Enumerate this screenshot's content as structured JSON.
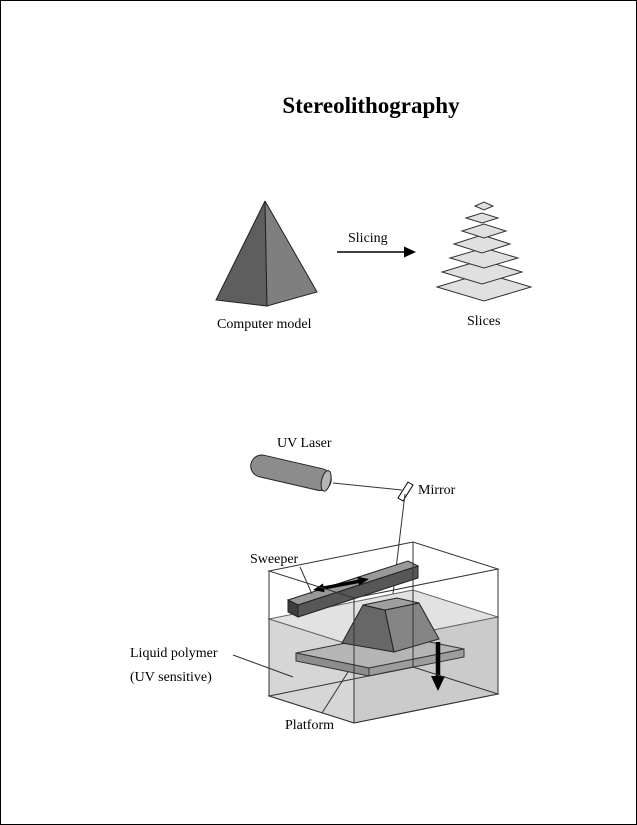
{
  "title": "Stereolithography",
  "diagram": {
    "top": {
      "slicing": "Slicing",
      "computer_model": "Computer model",
      "slices": "Slices"
    },
    "bottom": {
      "uv_laser": "UV Laser",
      "mirror": "Mirror",
      "sweeper": "Sweeper",
      "liquid_polymer_line1": "Liquid polymer",
      "liquid_polymer_line2": "(UV sensitive)",
      "platform": "Platform"
    },
    "colors": {
      "pyramid_left": "#5e5e5e",
      "pyramid_right": "#7f7f7f",
      "slice_fill": "#e0e0e0",
      "laser_body": "#8c8c8c",
      "laser_cap": "#b5b5b5",
      "mirror_fill": "#ffffff",
      "liquid_surface": "#e2e2e2",
      "liquid_left": "#d6d6d6",
      "liquid_right": "#cbcbcb",
      "platform_top": "#b5b5b5",
      "part_left": "#676767",
      "part_right": "#858585",
      "part_top": "#9f9f9f",
      "sweeper_top": "#999999",
      "sweeper_front": "#575757",
      "outline": "#000000"
    }
  }
}
